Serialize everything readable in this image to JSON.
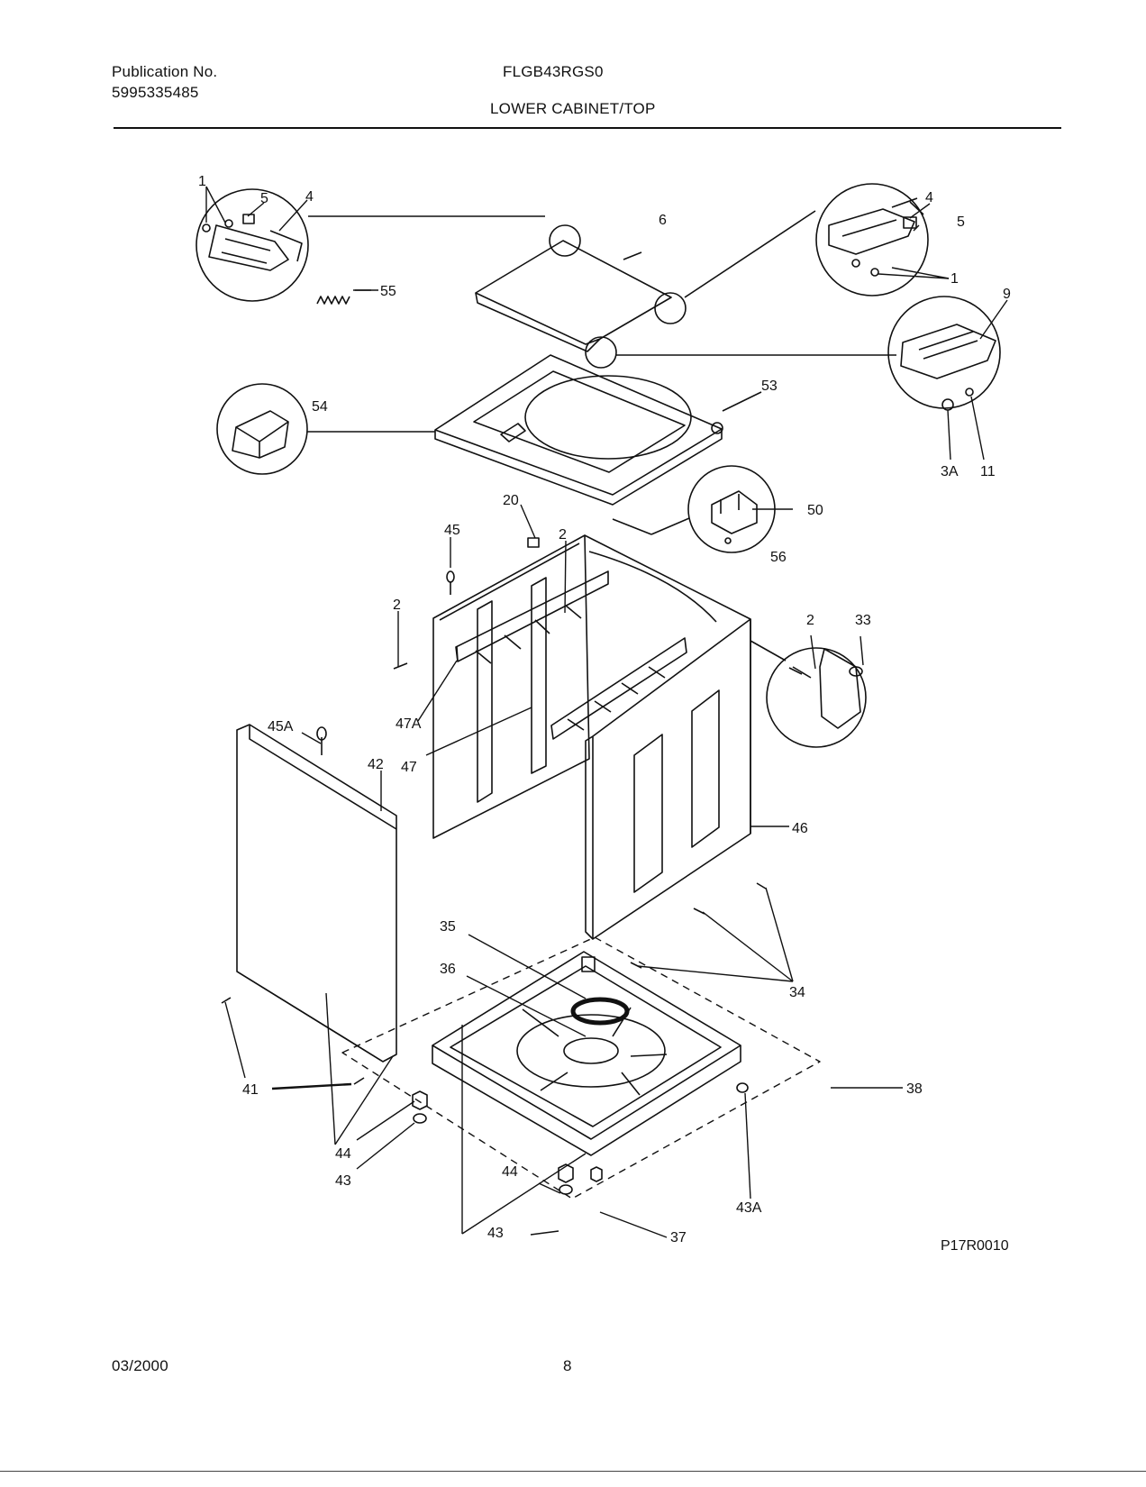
{
  "header": {
    "publication_label": "Publication No.",
    "publication_number": "5995335485",
    "model": "FLGB43RGS0",
    "section_title": "LOWER CABINET/TOP"
  },
  "callouts": {
    "c1a": "1",
    "c5a": "5",
    "c4a": "4",
    "c55": "55",
    "c6": "6",
    "c4b": "4",
    "c5b": "5",
    "c1b": "1",
    "c9": "9",
    "c53": "53",
    "c54": "54",
    "c3A": "3A",
    "c11": "11",
    "c20": "20",
    "c50": "50",
    "c56": "56",
    "c45": "45",
    "c2a": "2",
    "c2b": "2",
    "c2c": "2",
    "c33": "33",
    "c47A": "47A",
    "c45A": "45A",
    "c42": "42",
    "c47": "47",
    "c46": "46",
    "c35": "35",
    "c36": "36",
    "c34": "34",
    "c38": "38",
    "c41": "41",
    "c44a": "44",
    "c43a": "43",
    "c44b": "44",
    "c43b": "43",
    "c37": "37",
    "c43A": "43A"
  },
  "diagram_code": "P17R0010",
  "footer": {
    "date": "03/2000",
    "page": "8"
  }
}
